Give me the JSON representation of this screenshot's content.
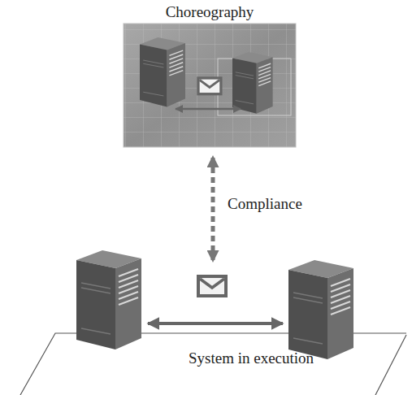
{
  "diagram": {
    "nodes": [
      {
        "text": [
          "Choreography"
        ]
      },
      {
        "text": [
          "System in execution"
        ]
      }
    ],
    "edges": [
      {
        "from": 0,
        "to": 1,
        "label": "Compliance",
        "arrow": "both"
      }
    ]
  }
}
